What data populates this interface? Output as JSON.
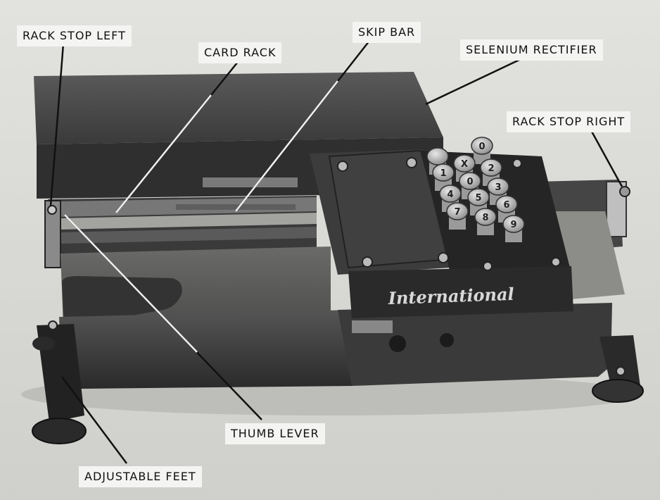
{
  "figure": {
    "brand_text": "International",
    "keys": [
      "",
      "0",
      "1",
      "X",
      "2",
      "0",
      "3",
      "4",
      "5",
      "6",
      "7",
      "8",
      "9"
    ]
  },
  "callouts": {
    "rack_stop_left": "RACK STOP LEFT",
    "card_rack": "CARD RACK",
    "skip_bar": "SKIP BAR",
    "selenium_rectifier": "SELENIUM RECTIFIER",
    "rack_stop_right": "RACK STOP RIGHT",
    "thumb_lever": "THUMB LEVER",
    "adjustable_feet": "ADJUSTABLE FEET"
  },
  "colors": {
    "background": "#d9d9d6",
    "machine_dark": "#2e2e2e",
    "machine_mid": "#4a4a4a",
    "label_bg": "#f4f4f2"
  }
}
